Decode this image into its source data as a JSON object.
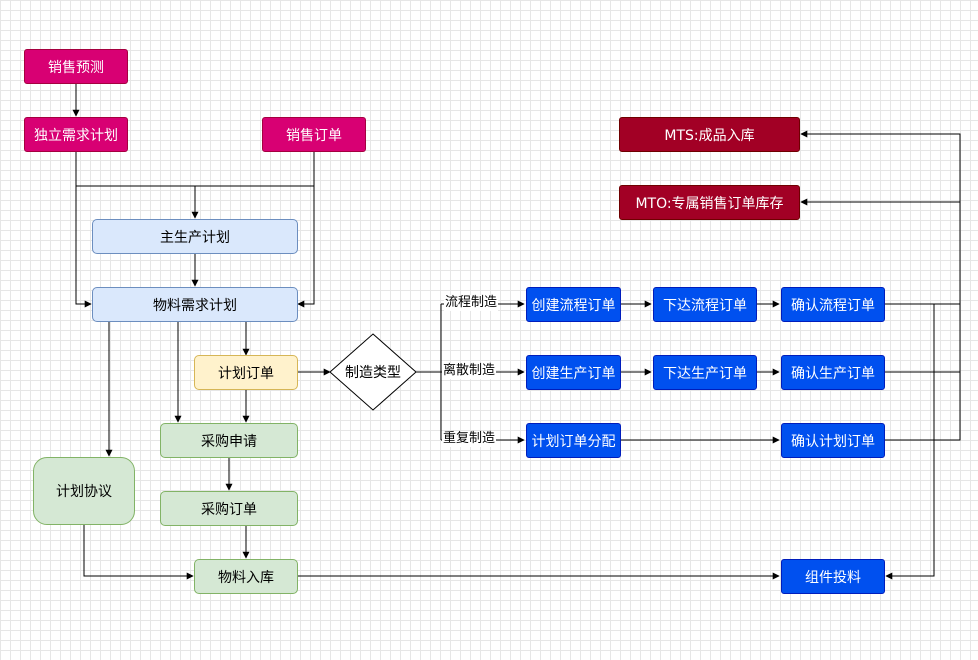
{
  "nodes": {
    "sales_forecast": "销售预测",
    "independent_demand_plan": "独立需求计划",
    "sales_order": "销售订单",
    "mps": "主生产计划",
    "mrp": "物料需求计划",
    "planned_order": "计划订单",
    "manufacturing_type": "制造类型",
    "purchase_requisition": "采购申请",
    "purchase_order": "采购订单",
    "planning_agreement": "计划协议",
    "material_receipt": "物料入库",
    "mts": "MTS:成品入库",
    "mto": "MTO:专属销售订单库存",
    "create_process_order": "创建流程订单",
    "release_process_order": "下达流程订单",
    "confirm_process_order": "确认流程订单",
    "create_production_order": "创建生产订单",
    "release_production_order": "下达生产订单",
    "confirm_production_order": "确认生产订单",
    "planned_order_allocation": "计划订单分配",
    "confirm_planned_order": "确认计划订单",
    "component_issue": "组件投料"
  },
  "edge_labels": {
    "process_manufacturing": "流程制造",
    "discrete_manufacturing": "离散制造",
    "repetitive_manufacturing": "重复制造"
  }
}
